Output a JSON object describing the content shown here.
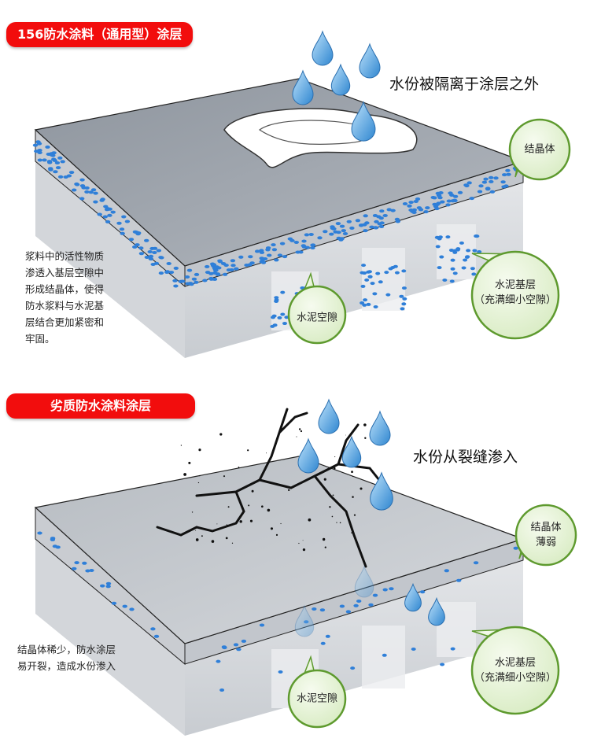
{
  "top_panel": {
    "title": "156防水涂料（通用型）涂层",
    "caption": "水份被隔离于涂层之外",
    "note_lines": [
      "浆料中的活性物质",
      "渗透入基层空隙中",
      "形成结晶体，使得",
      "防水浆料与水泥基",
      "层结合更加紧密和",
      "牢固。"
    ],
    "bubble_crystal": "结晶体",
    "bubble_base_line1": "水泥基层",
    "bubble_base_line2": "（充满细小空隙）",
    "bubble_pore": "水泥空隙"
  },
  "bottom_panel": {
    "title": "劣质防水涂料涂层",
    "caption": "水份从裂缝渗入",
    "note_lines": [
      "结晶体稀少，防水涂层",
      "易开裂，造成水份渗入"
    ],
    "bubble_crystal_line1": "结晶体",
    "bubble_crystal_line2": "薄弱",
    "bubble_base_line1": "水泥基层",
    "bubble_base_line2": "（充满细小空隙）",
    "bubble_pore": "水泥空隙"
  },
  "colors": {
    "pill_red": "#f20d0d",
    "slab_top": "#9aa1aa",
    "dot_blue": "#2f7fd8",
    "bubble_fill": "#e8f3d8",
    "bubble_stroke": "#5e9a2e",
    "drop": "#4aa3e0"
  }
}
